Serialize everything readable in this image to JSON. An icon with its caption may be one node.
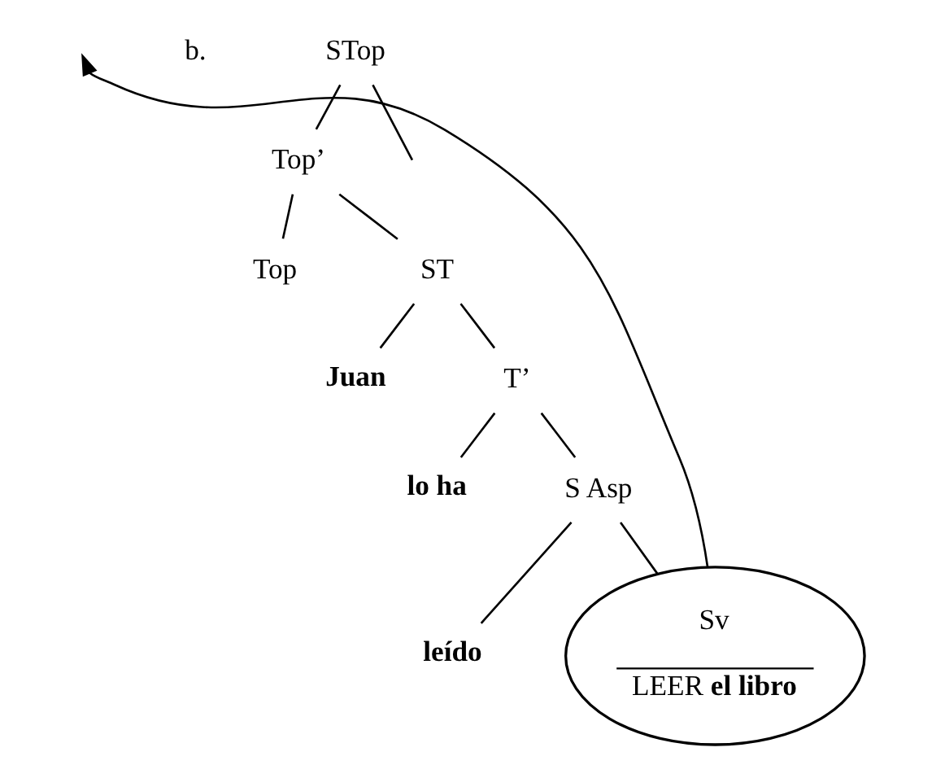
{
  "diagram": {
    "nodes": [
      {
        "text": [
          "STop"
        ]
      },
      {
        "text": [
          "Top’"
        ]
      },
      {
        "text": [
          "Top"
        ]
      },
      {
        "text": [
          "ST"
        ]
      },
      {
        "text": [
          "Juan"
        ]
      },
      {
        "text": [
          "T’"
        ]
      },
      {
        "text": [
          "lo ha"
        ]
      },
      {
        "text": [
          "S Asp"
        ]
      },
      {
        "text": [
          "leído"
        ]
      },
      {
        "text": [
          "Sv",
          "LEER **el libro**"
        ]
      }
    ],
    "edges": [
      {
        "from": 0,
        "to": null,
        "arrow": "none"
      },
      {
        "from": 0,
        "to": 1,
        "arrow": "none"
      },
      {
        "from": 1,
        "to": 2,
        "arrow": "none"
      },
      {
        "from": 1,
        "to": 3,
        "arrow": "none"
      },
      {
        "from": 3,
        "to": 4,
        "arrow": "none"
      },
      {
        "from": 3,
        "to": 5,
        "arrow": "none"
      },
      {
        "from": 5,
        "to": 6,
        "arrow": "none"
      },
      {
        "from": 5,
        "to": 7,
        "arrow": "none"
      },
      {
        "from": 7,
        "to": 8,
        "arrow": "none"
      },
      {
        "from": 7,
        "to": 9,
        "arrow": "none"
      },
      {
        "from": 9,
        "to": null,
        "arrow": "to"
      }
    ],
    "labels": [
      "b."
    ]
  }
}
